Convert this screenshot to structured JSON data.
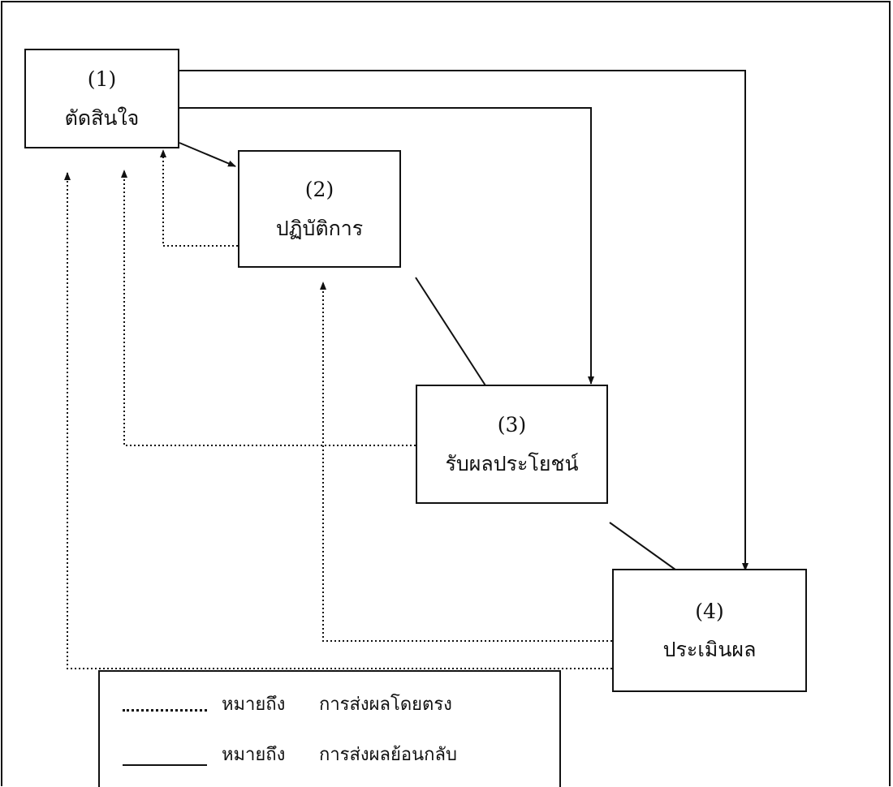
{
  "boxes": [
    {
      "number": "(1)",
      "label": "ตัดสินใจ"
    },
    {
      "number": "(2)",
      "label": "ปฏิบัติการ"
    },
    {
      "number": "(3)",
      "label": "รับผลประโยชน์"
    },
    {
      "number": "(4)",
      "label": "ประเมินผล"
    }
  ],
  "legend": [
    {
      "style": "dotted",
      "sample": "..........",
      "means": "หมายถึง",
      "text": "การส่งผลโดยตรง"
    },
    {
      "style": "solid",
      "means": "หมายถึง",
      "text": "การส่งผลย้อนกลับ"
    }
  ]
}
